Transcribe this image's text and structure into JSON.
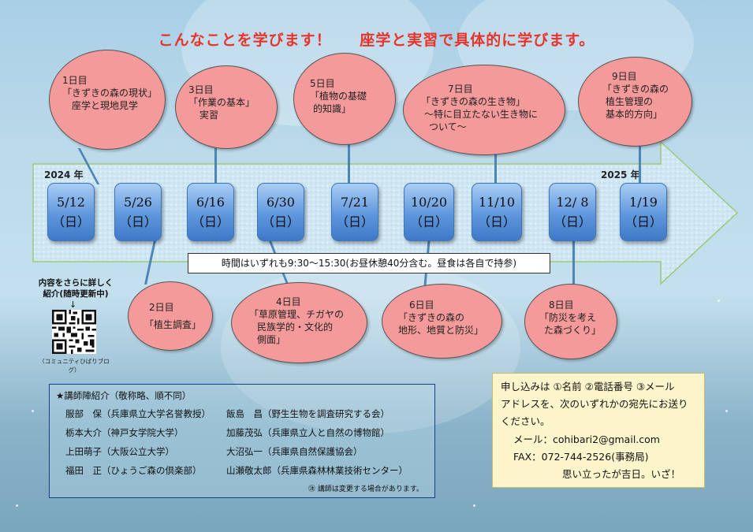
{
  "headline": {
    "part1": "こんなことを学びます！",
    "part2": "座学と実習で具体的に学びます。"
  },
  "years": {
    "start": "2024 年",
    "end": "2025 年"
  },
  "dates": [
    {
      "date": "5/12",
      "dow": "（日）"
    },
    {
      "date": "5/26",
      "dow": "（日）"
    },
    {
      "date": "6/16",
      "dow": "（日）"
    },
    {
      "date": "6/30",
      "dow": "（日）"
    },
    {
      "date": "7/21",
      "dow": "（日）"
    },
    {
      "date": "10/20",
      "dow": "（日）"
    },
    {
      "date": "11/10",
      "dow": "（日）"
    },
    {
      "date": "12/ 8",
      "dow": "（日）"
    },
    {
      "date": "1/19",
      "dow": "（日）"
    }
  ],
  "sessions": [
    {
      "day": "1日目",
      "lines": [
        "「きずきの森の現状」",
        "座学と現地見学"
      ]
    },
    {
      "day": "2日目",
      "lines": [
        "「植生調査」"
      ]
    },
    {
      "day": "3日目",
      "lines": [
        "「作業の基本」",
        "実習"
      ]
    },
    {
      "day": "4日目",
      "lines": [
        "「草原管理、チガヤの",
        "民族学的・文化的",
        "側面」"
      ]
    },
    {
      "day": "5日目",
      "lines": [
        "「植物の基礎",
        "的知識」"
      ]
    },
    {
      "day": "6日目",
      "lines": [
        "「きずきの森の",
        "地形、地質と防災」"
      ]
    },
    {
      "day": "7日目",
      "lines": [
        "「きずきの森の生き物」",
        "～特に目立たない生き物に",
        "ついて～"
      ]
    },
    {
      "day": "8日目",
      "lines": [
        "「防災を考え",
        "た森づくり」"
      ]
    },
    {
      "day": "9日目",
      "lines": [
        "「きずきの森の",
        "植生管理の",
        "基本的方向」"
      ]
    }
  ],
  "hours_note": "時間はいずれも9:30～15:30(お昼休憩40分含む。昼食は各自で持参)",
  "qr": {
    "caption_line1": "内容をさらに詳しく",
    "caption_line2": "紹介(随時更新中)",
    "arrow": "↓",
    "label": "（コミュニティひばりブログ）"
  },
  "lecturers": {
    "title": "★講師陣紹介（敬称略、順不同）",
    "rows": [
      [
        "服部　保（兵庫県立大学名誉教授）",
        "飯島　昌（野生生物を調査研究する会）"
      ],
      [
        "栃本大介（神戸女学院大学）",
        "加藤茂弘（兵庫県立人と自然の博物館）"
      ],
      [
        "上田萌子（大阪公立大学）",
        "大沼弘一（兵庫県自然保護協会）"
      ],
      [
        "福田　正（ひょうご森の倶楽部）",
        "山瀬敬太郎（兵庫県森林林業技術センター）"
      ]
    ],
    "note": "㊟ 講師は変更する場合があります。"
  },
  "apply": {
    "line1": "申し込みは ①名前 ②電話番号 ③メール",
    "line2": "アドレスを、次のいずれかの宛先にお送り",
    "line3": "ください。",
    "mail": "メール：cohibari2@gmail.com",
    "fax": "FAX：072-744-2526(事務局)",
    "closing": "思い立ったが吉日。いざ！"
  },
  "colors": {
    "headline": "#e8342a",
    "bubble": "#f59a9a",
    "date_box": "#5f97dd",
    "apply_bg": "#fcf5cc"
  }
}
